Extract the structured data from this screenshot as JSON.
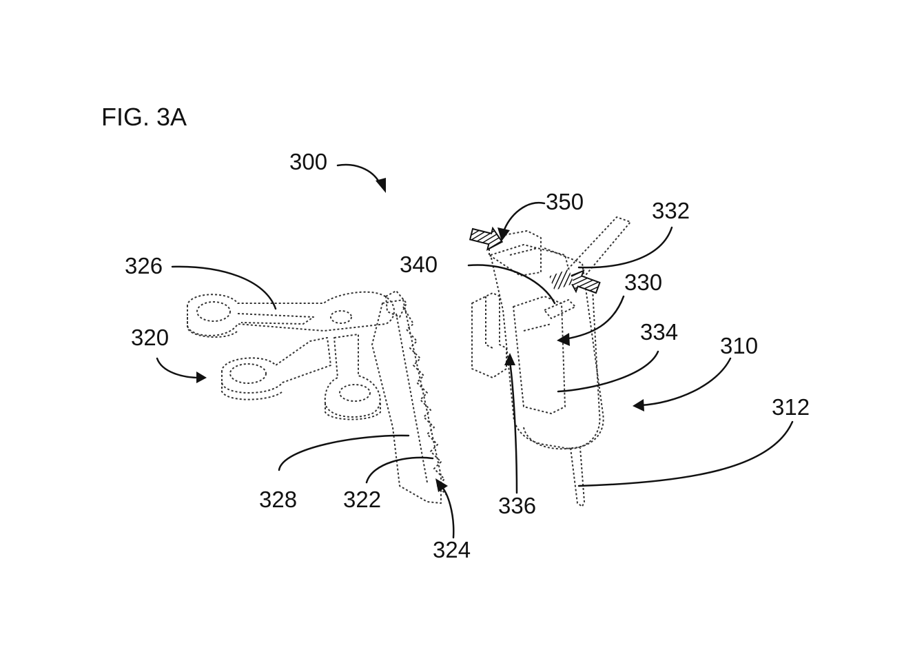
{
  "figure": {
    "title": "FIG. 3A"
  },
  "reference_numerals": {
    "assembly": "300",
    "actuator_indicator": "350",
    "part_332": "332",
    "part_340": "340",
    "part_330": "330",
    "part_326": "326",
    "part_334": "334",
    "part_310": "310",
    "part_320": "320",
    "part_312": "312",
    "part_328": "328",
    "part_322": "322",
    "part_336": "336",
    "part_324": "324"
  },
  "icons": {
    "leader_arrow": "arrow-icon",
    "motion_arrow": "hatched-arrow-icon"
  }
}
